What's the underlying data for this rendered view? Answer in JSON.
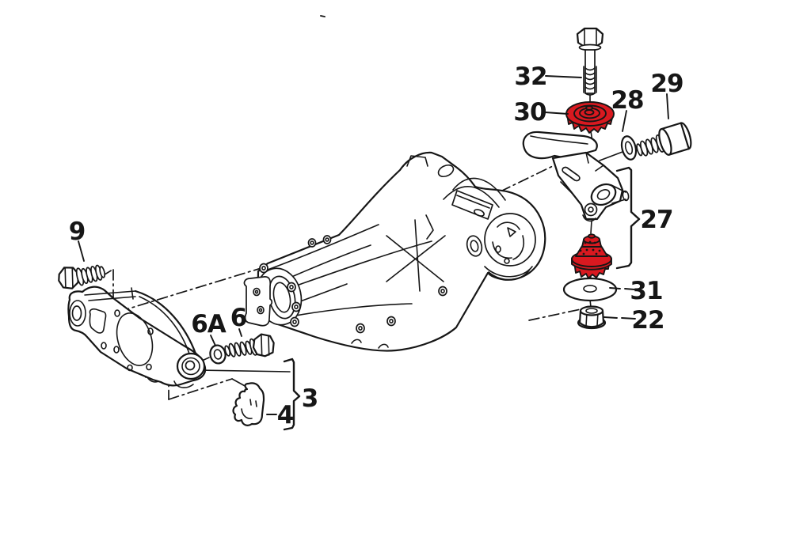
{
  "diagram": {
    "background_color": "#ffffff",
    "line_color": "#161616",
    "highlight_color": "#d91920",
    "highlighted_callouts": [
      "30",
      "27"
    ],
    "callouts": [
      {
        "label": "32"
      },
      {
        "label": "30"
      },
      {
        "label": "28"
      },
      {
        "label": "29"
      },
      {
        "label": "27"
      },
      {
        "label": "31"
      },
      {
        "label": "22"
      },
      {
        "label": "9"
      },
      {
        "label": "6A"
      },
      {
        "label": "6"
      },
      {
        "label": "3"
      },
      {
        "label": "4"
      }
    ]
  }
}
